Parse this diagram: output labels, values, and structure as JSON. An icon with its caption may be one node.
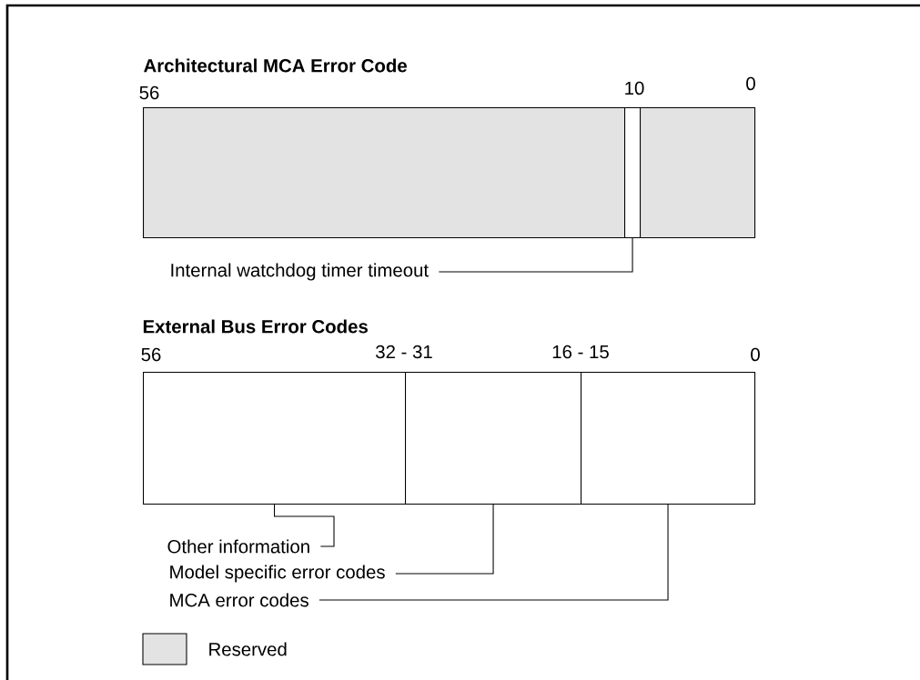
{
  "diagram": {
    "nodes": [
      {
        "text": [],
        "shape": "box"
      },
      {
        "text": [],
        "shape": "box"
      },
      {
        "text": [],
        "shape": "box"
      },
      {
        "text": [
          "Internal watchdog timer timeout"
        ]
      },
      {
        "text": [],
        "shape": "box"
      },
      {
        "text": [],
        "shape": "box"
      },
      {
        "text": [],
        "shape": "box"
      },
      {
        "text": [
          "Other information"
        ]
      },
      {
        "text": [
          "Model specific error codes"
        ]
      },
      {
        "text": [
          "MCA error codes"
        ]
      }
    ],
    "edges": [
      {
        "from": 3,
        "to": 1,
        "arrow": "none"
      },
      {
        "from": 7,
        "to": 4,
        "arrow": "none"
      },
      {
        "from": 8,
        "to": 5,
        "arrow": "none"
      },
      {
        "from": 9,
        "to": 6,
        "arrow": "none"
      }
    ],
    "labels": [
      "Architectural MCA Error Code",
      "56",
      "10",
      "0",
      "External Bus Error Codes",
      "56",
      "32 - 31",
      "16 - 15",
      "0"
    ],
    "legend": [
      {
        "text": "Reserved",
        "color": "#e3e3e3"
      }
    ]
  }
}
